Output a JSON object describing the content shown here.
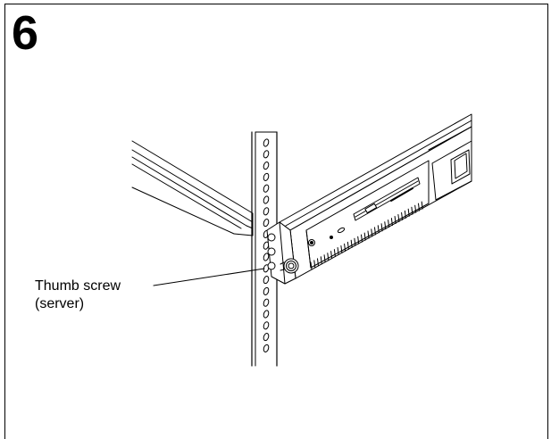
{
  "step": {
    "number": "6"
  },
  "callout": {
    "line1": "Thumb screw",
    "line2": "(server)"
  }
}
